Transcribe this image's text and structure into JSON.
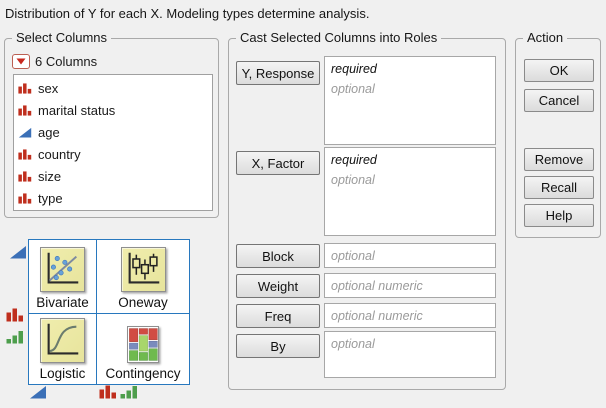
{
  "prompt": "Distribution of Y for each X. Modeling types determine analysis.",
  "select_columns": {
    "legend": "Select Columns",
    "dropdown_label": "6 Columns",
    "items": [
      {
        "name": "sex",
        "type": "nominal"
      },
      {
        "name": "marital status",
        "type": "nominal"
      },
      {
        "name": "age",
        "type": "continuous"
      },
      {
        "name": "country",
        "type": "nominal"
      },
      {
        "name": "size",
        "type": "nominal"
      },
      {
        "name": "type",
        "type": "nominal"
      }
    ]
  },
  "modeling_matrix": {
    "cells": [
      {
        "label": "Bivariate"
      },
      {
        "label": "Oneway"
      },
      {
        "label": "Logistic"
      },
      {
        "label": "Contingency"
      }
    ]
  },
  "roles": {
    "legend": "Cast Selected Columns into Roles",
    "rows": [
      {
        "button": "Y, Response",
        "lines": [
          "required",
          "optional"
        ]
      },
      {
        "button": "X, Factor",
        "lines": [
          "required",
          "optional"
        ]
      },
      {
        "button": "Block",
        "lines": [
          "optional"
        ]
      },
      {
        "button": "Weight",
        "lines": [
          "optional numeric"
        ]
      },
      {
        "button": "Freq",
        "lines": [
          "optional numeric"
        ]
      },
      {
        "button": "By",
        "lines": [
          "optional"
        ]
      }
    ]
  },
  "action": {
    "legend": "Action",
    "buttons": [
      "OK",
      "Cancel",
      "Remove",
      "Recall",
      "Help"
    ]
  },
  "colors": {
    "nominal_red": "#bf2e1d",
    "ordinal_green": "#4d9e4c",
    "continuous_blue": "#3b70b7",
    "matrix_border_blue": "#2878be"
  }
}
